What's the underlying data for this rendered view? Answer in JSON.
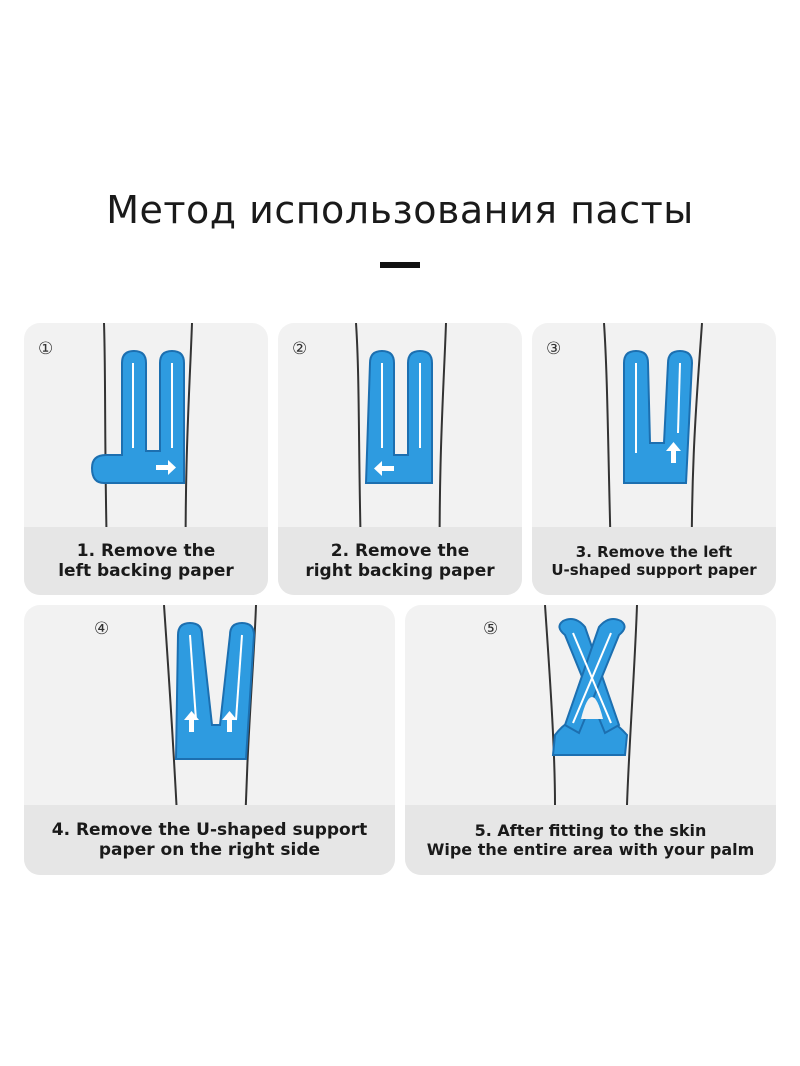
{
  "title": "Метод использования пасты",
  "colors": {
    "tape": "#2e9be0",
    "tape_outline": "#1c6fb0",
    "caption_bg": "#e6e6e6",
    "card_bg": "#f2f2f2"
  },
  "steps": [
    {
      "number": "①",
      "line1": "1. Remove the",
      "line2": "left backing paper",
      "icon": "arrow-right-icon"
    },
    {
      "number": "②",
      "line1": "2. Remove the",
      "line2": "right backing paper",
      "icon": "arrow-left-icon"
    },
    {
      "number": "③",
      "line1": "3. Remove the left",
      "line2": "U-shaped support paper",
      "icon": "arrow-up-icon"
    },
    {
      "number": "④",
      "line1": "4. Remove the U-shaped support",
      "line2": "paper on the right side",
      "icon": "arrow-up-icon"
    },
    {
      "number": "⑤",
      "line1": "5. After fitting to the skin",
      "line2": "Wipe the entire area with your palm",
      "icon": "cross-tape-icon"
    }
  ]
}
